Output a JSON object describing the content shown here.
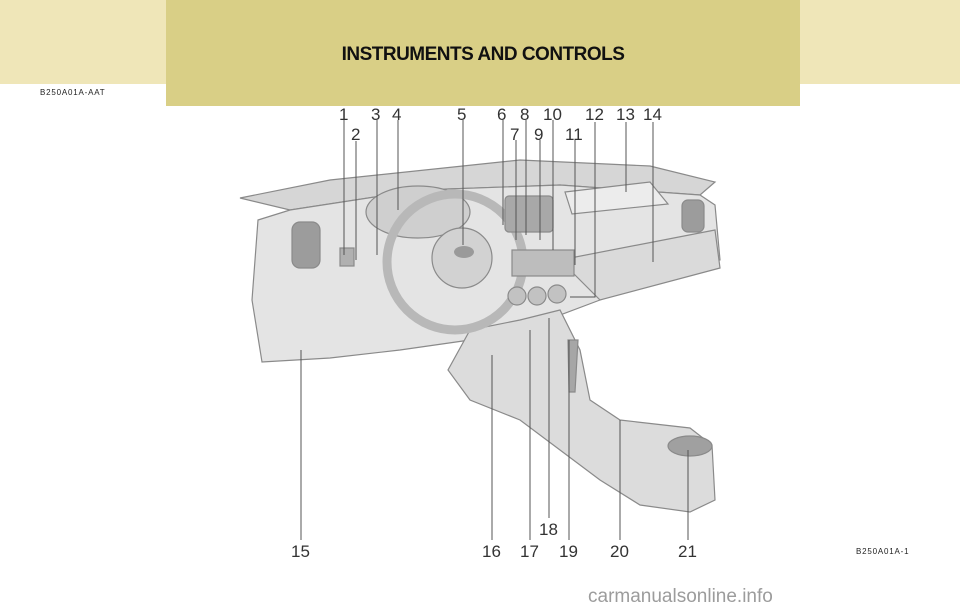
{
  "header": {
    "title": "INSTRUMENTS AND CONTROLS",
    "code_top": "B250A01A-AAT",
    "code_bottom": "B250A01A-1"
  },
  "callouts": [
    "1",
    "2",
    "3",
    "4",
    "5",
    "6",
    "7",
    "8",
    "9",
    "10",
    "11",
    "12",
    "13",
    "14",
    "15",
    "16",
    "17",
    "18",
    "19",
    "20",
    "21"
  ],
  "footer": {
    "watermark": "carmanualsonline.info"
  },
  "colors": {
    "top_band": "#efe6b8",
    "title_band": "#d9cf86",
    "dash": "#e2e2e2",
    "outline": "#8a8a8a"
  }
}
